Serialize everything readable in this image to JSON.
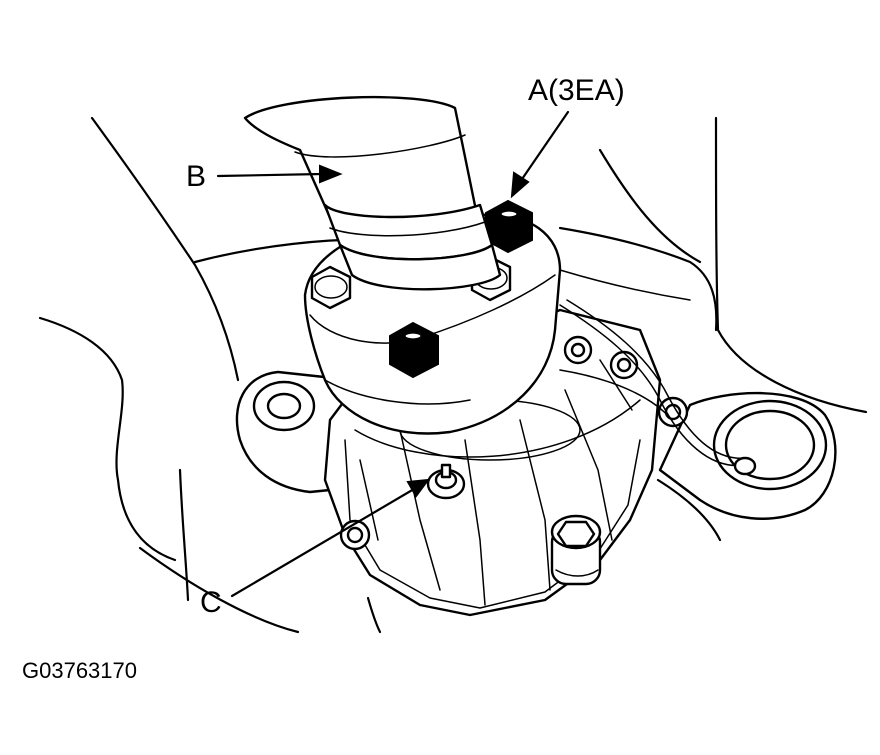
{
  "labels": {
    "a": "A(3EA)",
    "b": "B",
    "c": "C"
  },
  "figure_code": "G03763170",
  "parts": {
    "a_icon": "bolt-icon",
    "b_icon": "propeller-shaft-icon",
    "c_icon": "mounting-nut-icon"
  }
}
